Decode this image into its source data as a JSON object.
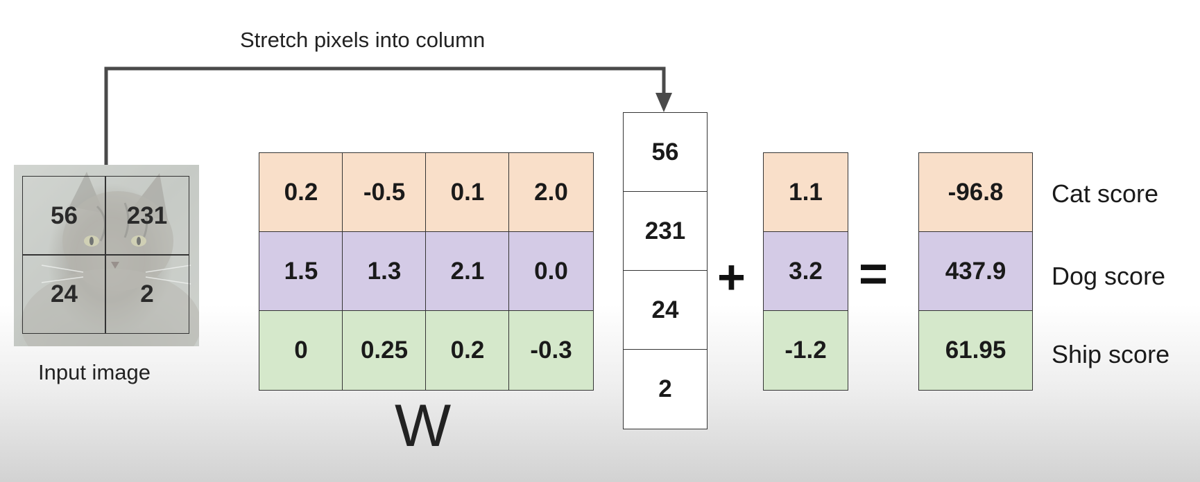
{
  "labels": {
    "stretch": "Stretch pixels into column",
    "input_image": "Input image",
    "weights": "W",
    "plus": "+",
    "equals": "="
  },
  "input_pixels": [
    "56",
    "231",
    "24",
    "2"
  ],
  "weights": [
    [
      "0.2",
      "-0.5",
      "0.1",
      "2.0"
    ],
    [
      "1.5",
      "1.3",
      "2.1",
      "0.0"
    ],
    [
      "0",
      "0.25",
      "0.2",
      "-0.3"
    ]
  ],
  "pixel_column": [
    "56",
    "231",
    "24",
    "2"
  ],
  "bias": [
    "1.1",
    "3.2",
    "-1.2"
  ],
  "scores": [
    "-96.8",
    "437.9",
    "61.95"
  ],
  "score_labels": [
    "Cat score",
    "Dog score",
    "Ship score"
  ],
  "colors": {
    "cat_row": "#f9dfc9",
    "dog_row": "#d4cbe6",
    "ship_row": "#d5e8cb",
    "arrow": "#4a4a4a"
  }
}
